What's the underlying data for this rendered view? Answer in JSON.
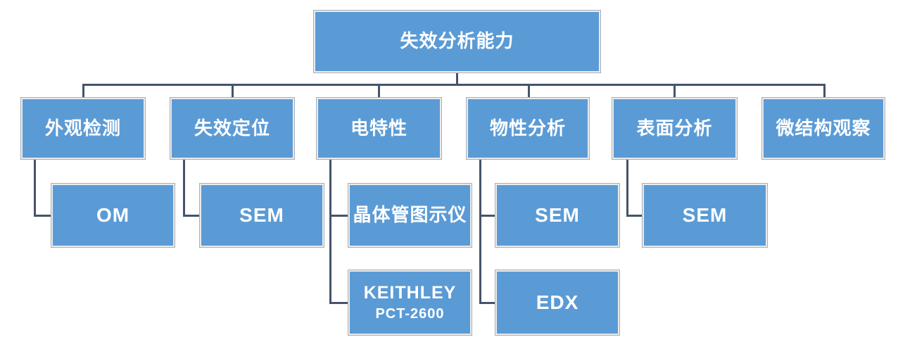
{
  "diagram": {
    "type": "org-chart",
    "title": "失效分析能力",
    "colors": {
      "background": "#ffffff",
      "node_fill": "#5b9bd5",
      "node_border_inner": "#e9ebed",
      "node_border_outer": "#a9adb3",
      "node_text": "#ffffff",
      "connector": "#44546a"
    },
    "root": {
      "label": "失效分析能力"
    },
    "branches": [
      {
        "label": "外观检测",
        "children": [
          {
            "label": "OM"
          }
        ]
      },
      {
        "label": "失效定位",
        "children": [
          {
            "label": "SEM"
          }
        ]
      },
      {
        "label": "电特性",
        "children": [
          {
            "label": "晶体管图示仪"
          },
          {
            "label": "KEITHLEY",
            "sublabel": "PCT-2600"
          }
        ]
      },
      {
        "label": "物性分析",
        "children": [
          {
            "label": "SEM"
          },
          {
            "label": "EDX"
          }
        ]
      },
      {
        "label": "表面分析",
        "children": [
          {
            "label": "SEM"
          }
        ]
      },
      {
        "label": "微结构观察",
        "children": []
      }
    ]
  }
}
